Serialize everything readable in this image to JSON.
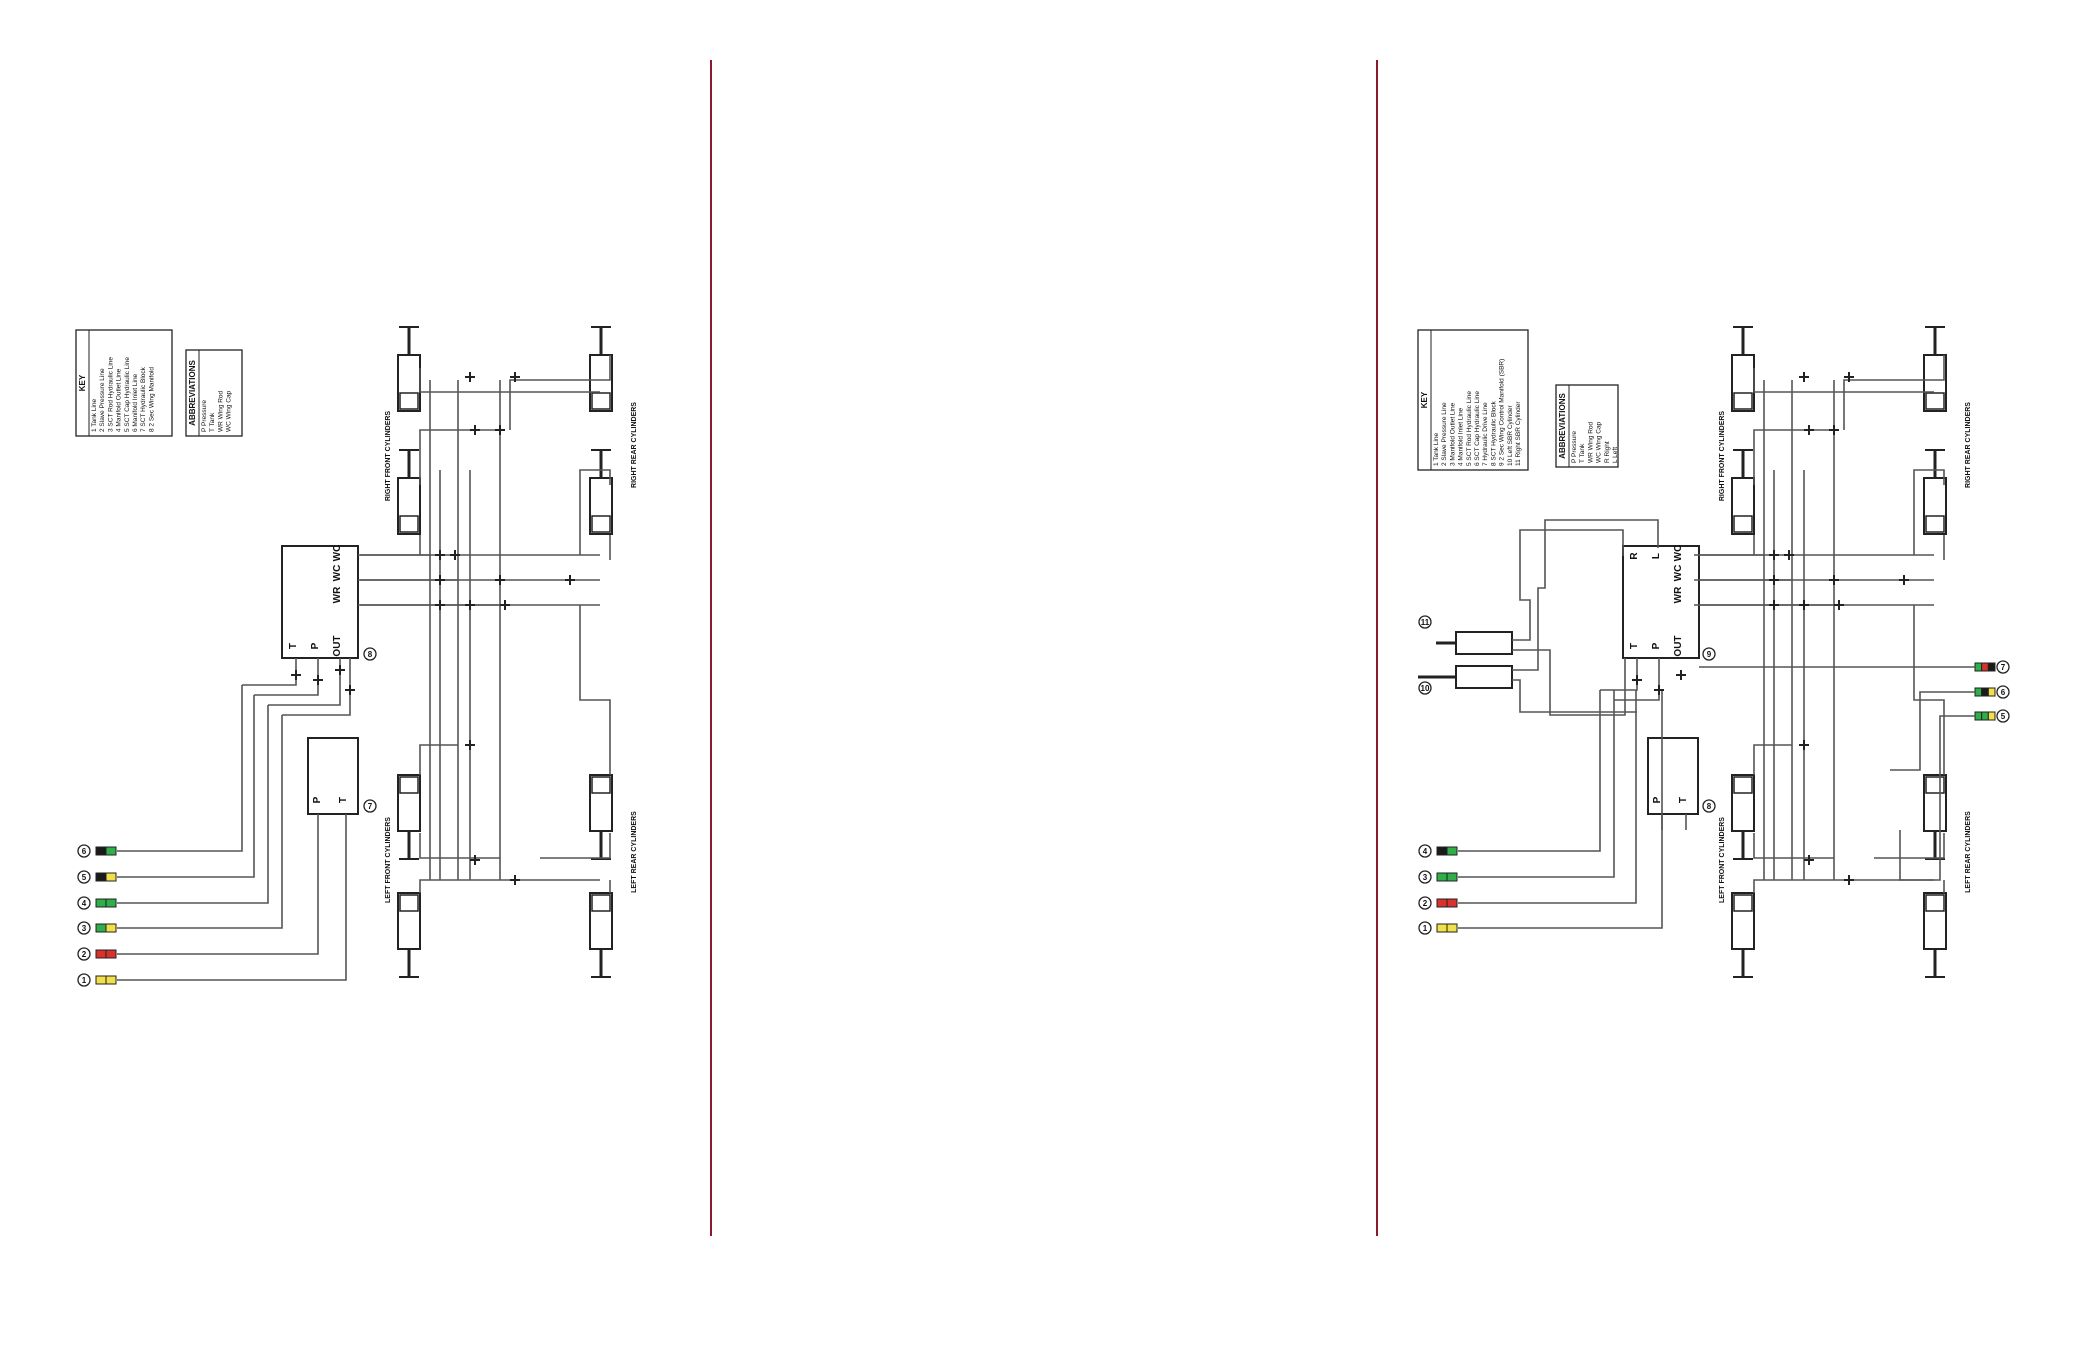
{
  "left": {
    "key": {
      "title": "KEY",
      "items": [
        "1  Tank Line",
        "2  Slave Pressure Line",
        "3  SCT Rod Hydraulic Line",
        "4  Manifold Outlet Line",
        "5  SCT Cap Hydraulic Line",
        "6  Manifold Inlet Line",
        "7  SCT Hydraulic Block",
        "8  2 Sec Wing Manifold"
      ]
    },
    "abbr": {
      "title": "ABBREVIATIONS",
      "items": [
        "P     Pressure",
        "T     Tank",
        "WR  Wing Rod",
        "WC  Wing Cap"
      ]
    },
    "manifold": {
      "ports": [
        "T",
        "P",
        "OUT",
        "WR",
        "WC",
        "WC"
      ],
      "number": "8"
    },
    "block": {
      "ports": [
        "P",
        "T"
      ],
      "number": "7"
    },
    "labels": {
      "right_front": "RIGHT FRONT CYLINDERS",
      "right_rear": "RIGHT REAR CYLINDERS",
      "left_front": "LEFT FRONT CYLINDERS",
      "left_rear": "LEFT REAR CYLINDERS"
    },
    "connectors": [
      {
        "num": "6",
        "colors": [
          "#1a1a1a",
          "#2fae4a"
        ]
      },
      {
        "num": "5",
        "colors": [
          "#1a1a1a",
          "#f1e04a"
        ]
      },
      {
        "num": "4",
        "colors": [
          "#2fae4a",
          "#2fae4a"
        ]
      },
      {
        "num": "3",
        "colors": [
          "#2fae4a",
          "#f1e04a"
        ]
      },
      {
        "num": "2",
        "colors": [
          "#d8322f",
          "#d8322f"
        ]
      },
      {
        "num": "1",
        "colors": [
          "#f1e04a",
          "#f1e04a"
        ]
      }
    ]
  },
  "right": {
    "key": {
      "title": "KEY",
      "items": [
        "1   Tank Line",
        "2   Slave Pressure Line",
        "3   Manifold Outlet Line",
        "4   Manifold Inlet Line",
        "5   SCT Rod Hydraulic Line",
        "6   SCT Cap Hydraulic Line",
        "7   Hydraulic Drive Line",
        "8   SCT Hydraulic Block",
        "9   2 Sec Wing Control Manifold (SBR)",
        "10  Left SBR Cylinder",
        "11  Right SBR Cylinder"
      ]
    },
    "abbr": {
      "title": "ABBREVIATIONS",
      "items": [
        "P     Pressure",
        "T     Tank",
        "WR  Wing Rod",
        "WC  Wing Cap",
        "R     Right",
        "L     Left"
      ]
    },
    "manifold": {
      "ports": [
        "T",
        "P",
        "OUT",
        "WR",
        "WC",
        "WC",
        "R",
        "L"
      ],
      "number": "9"
    },
    "block": {
      "ports": [
        "P",
        "T"
      ],
      "number": "8"
    },
    "cylinder_nums": [
      "11",
      "10"
    ],
    "labels": {
      "right_front": "RIGHT FRONT CYLINDERS",
      "right_rear": "RIGHT REAR CYLINDERS",
      "left_front": "LEFT FRONT CYLINDERS",
      "left_rear": "LEFT REAR CYLINDERS"
    },
    "connectors_left": [
      {
        "num": "4",
        "colors": [
          "#1a1a1a",
          "#2fae4a"
        ]
      },
      {
        "num": "3",
        "colors": [
          "#2fae4a",
          "#2fae4a"
        ]
      },
      {
        "num": "2",
        "colors": [
          "#d8322f",
          "#d8322f"
        ]
      },
      {
        "num": "1",
        "colors": [
          "#f1e04a",
          "#f1e04a"
        ]
      }
    ],
    "connectors_right": [
      {
        "num": "7",
        "colors": [
          "#2fae4a",
          "#d8322f",
          "#1a1a1a"
        ]
      },
      {
        "num": "6",
        "colors": [
          "#2fae4a",
          "#1a1a1a",
          "#f1e04a"
        ]
      },
      {
        "num": "5",
        "colors": [
          "#2fae4a",
          "#2fae4a",
          "#f1e04a"
        ]
      }
    ]
  },
  "colors": {
    "divider": "#8b1a2b",
    "line": "#555555"
  }
}
